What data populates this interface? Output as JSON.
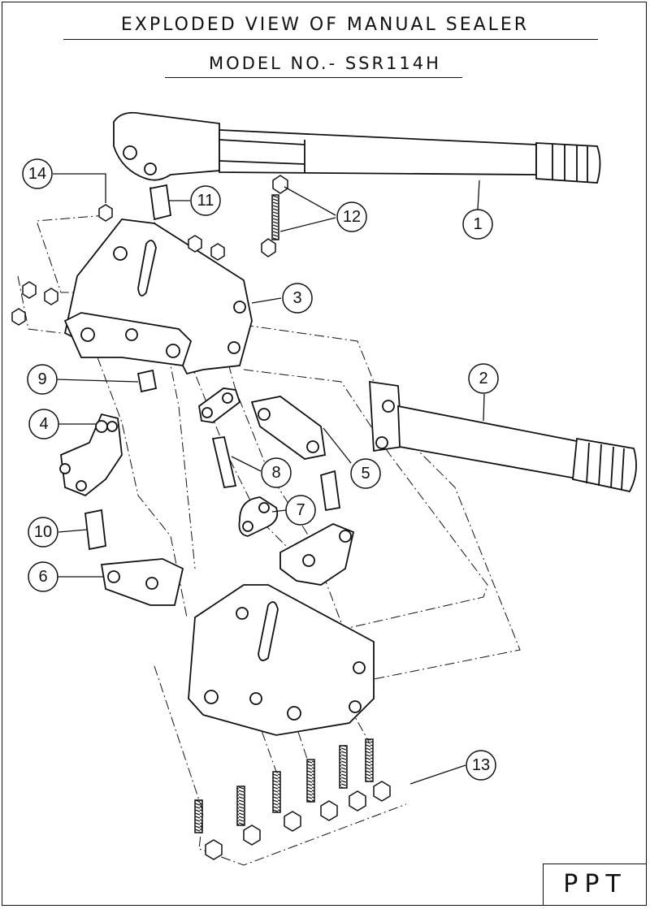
{
  "title": "EXPLODED VIEW OF MANUAL SEALER",
  "model": "MODEL NO.- SSR114H",
  "logo": "PPT",
  "callouts": [
    "1",
    "2",
    "3",
    "4",
    "5",
    "6",
    "7",
    "8",
    "9",
    "10",
    "11",
    "12",
    "13",
    "14"
  ]
}
